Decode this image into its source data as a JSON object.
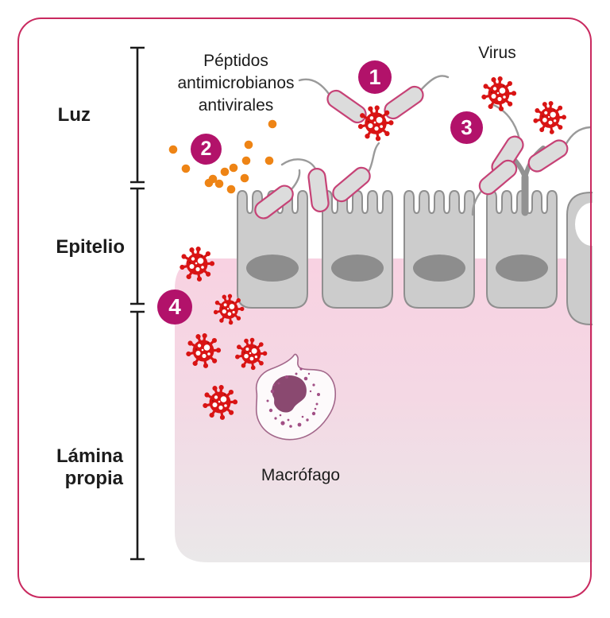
{
  "diagram": {
    "title_context": "mucosal immunity diagram",
    "region_labels": [
      {
        "label": "Luz"
      },
      {
        "label": "Epitelio"
      },
      {
        "label": "Lámina propia"
      }
    ],
    "annotations": {
      "peptides": "Péptidos antimicrobianos antivirales",
      "virus": "Virus",
      "macrophage": "Macrófago"
    },
    "steps": [
      {
        "number": "1"
      },
      {
        "number": "2"
      },
      {
        "number": "3"
      },
      {
        "number": "4"
      }
    ],
    "icons": {
      "virus": "virus-icon (red spiked sphere)",
      "bacterium": "bacterium-icon (grey capsule, pink outline, flagellum)",
      "peptide": "peptide-dot-icon (orange dot)",
      "macrophage": "macrophage-icon (white cell, purple nucleus)",
      "epithelial_cell": "epithelial-cell (grey columnar cell with microvilli)",
      "goblet_cell": "goblet-cell (grey cell with white mucus droplet)",
      "bracket": "range-bracket (black line with end caps)"
    },
    "colors": {
      "frame_border": "#c9295f",
      "badge_magenta": "#b2126a",
      "virus_red": "#d91414",
      "peptide_orange": "#ee8415",
      "bacteria_outline": "#c64276",
      "cell_gray": "#cccccc",
      "nucleus_gray": "#8d8d8d",
      "lamina_pink_top": "#f8d2e2",
      "lamina_gray_bottom": "#eae8e9",
      "macrophage_purple": "#8a4970"
    }
  }
}
